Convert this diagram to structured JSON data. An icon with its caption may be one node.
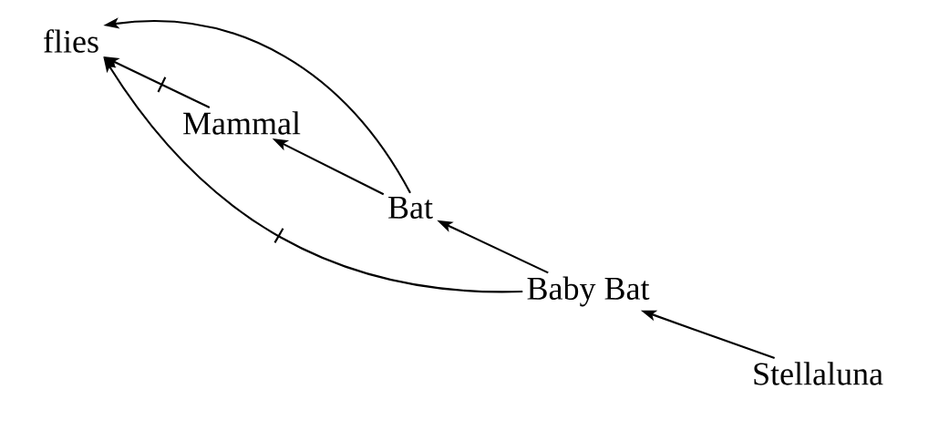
{
  "diagram": {
    "nodes": [
      {
        "text": [
          "flies"
        ]
      },
      {
        "text": [
          "Mammal"
        ]
      },
      {
        "text": [
          "Bat"
        ]
      },
      {
        "text": [
          "Baby Bat"
        ]
      },
      {
        "text": [
          "Stellaluna"
        ]
      }
    ],
    "edges": [
      {
        "from": 1,
        "to": 0,
        "arrow": "to"
      },
      {
        "from": 2,
        "to": 1,
        "arrow": "to"
      },
      {
        "from": 2,
        "to": 0,
        "arrow": "to"
      },
      {
        "from": 3,
        "to": 2,
        "arrow": "to"
      },
      {
        "from": 3,
        "to": 0,
        "arrow": "to"
      },
      {
        "from": 4,
        "to": 3,
        "arrow": "to"
      }
    ]
  }
}
